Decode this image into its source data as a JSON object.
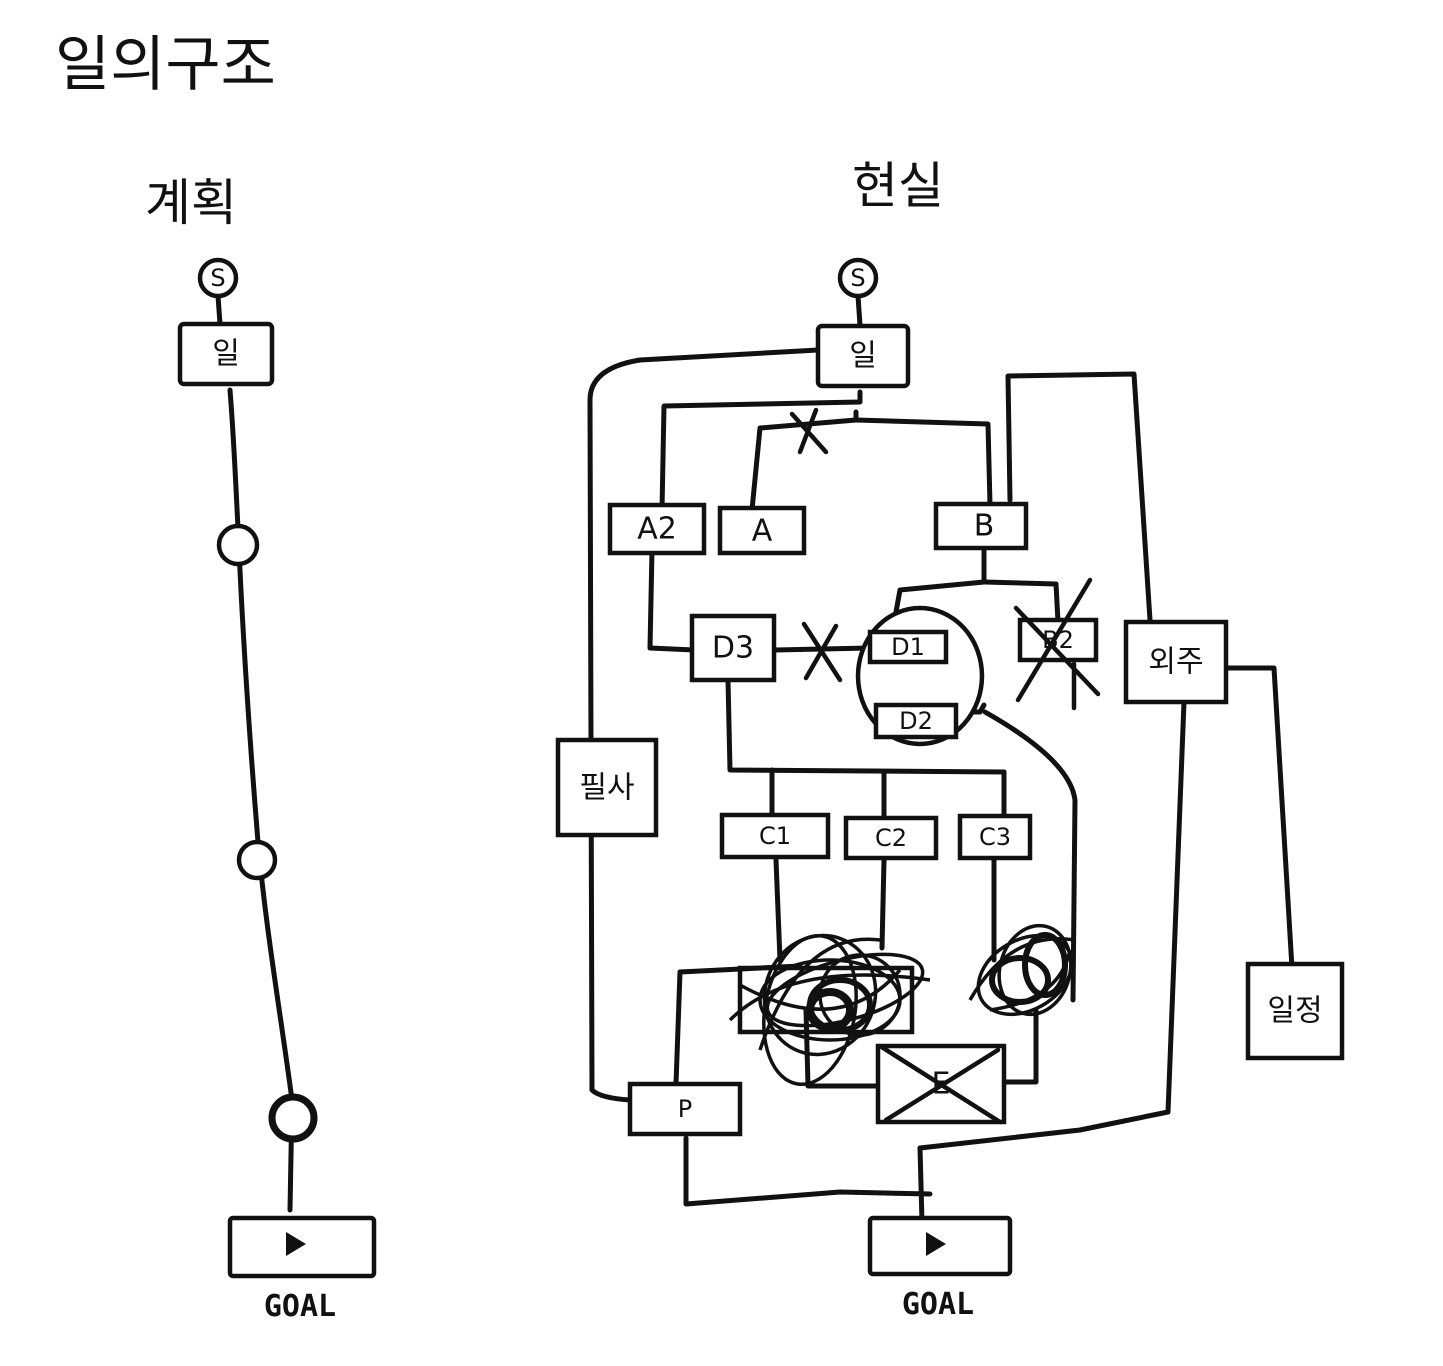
{
  "title": "일의구조",
  "plan": {
    "heading": "계획",
    "start": "S",
    "work": "일",
    "goal": "GOAL"
  },
  "reality": {
    "heading": "현실",
    "start": "S",
    "work": "일",
    "nodes": {
      "a2": "A2",
      "a": "A",
      "b": "B",
      "d3": "D3",
      "d1": "D1",
      "d2": "D2",
      "b2": "B2",
      "outsource": "외주",
      "copy": "필사",
      "c1": "C1",
      "c2": "C2",
      "c3": "C3",
      "schedule": "일정",
      "p": "P",
      "e": "E"
    },
    "goal": "GOAL"
  },
  "colors": {
    "ink": "#111111",
    "paper": "#ffffff"
  }
}
